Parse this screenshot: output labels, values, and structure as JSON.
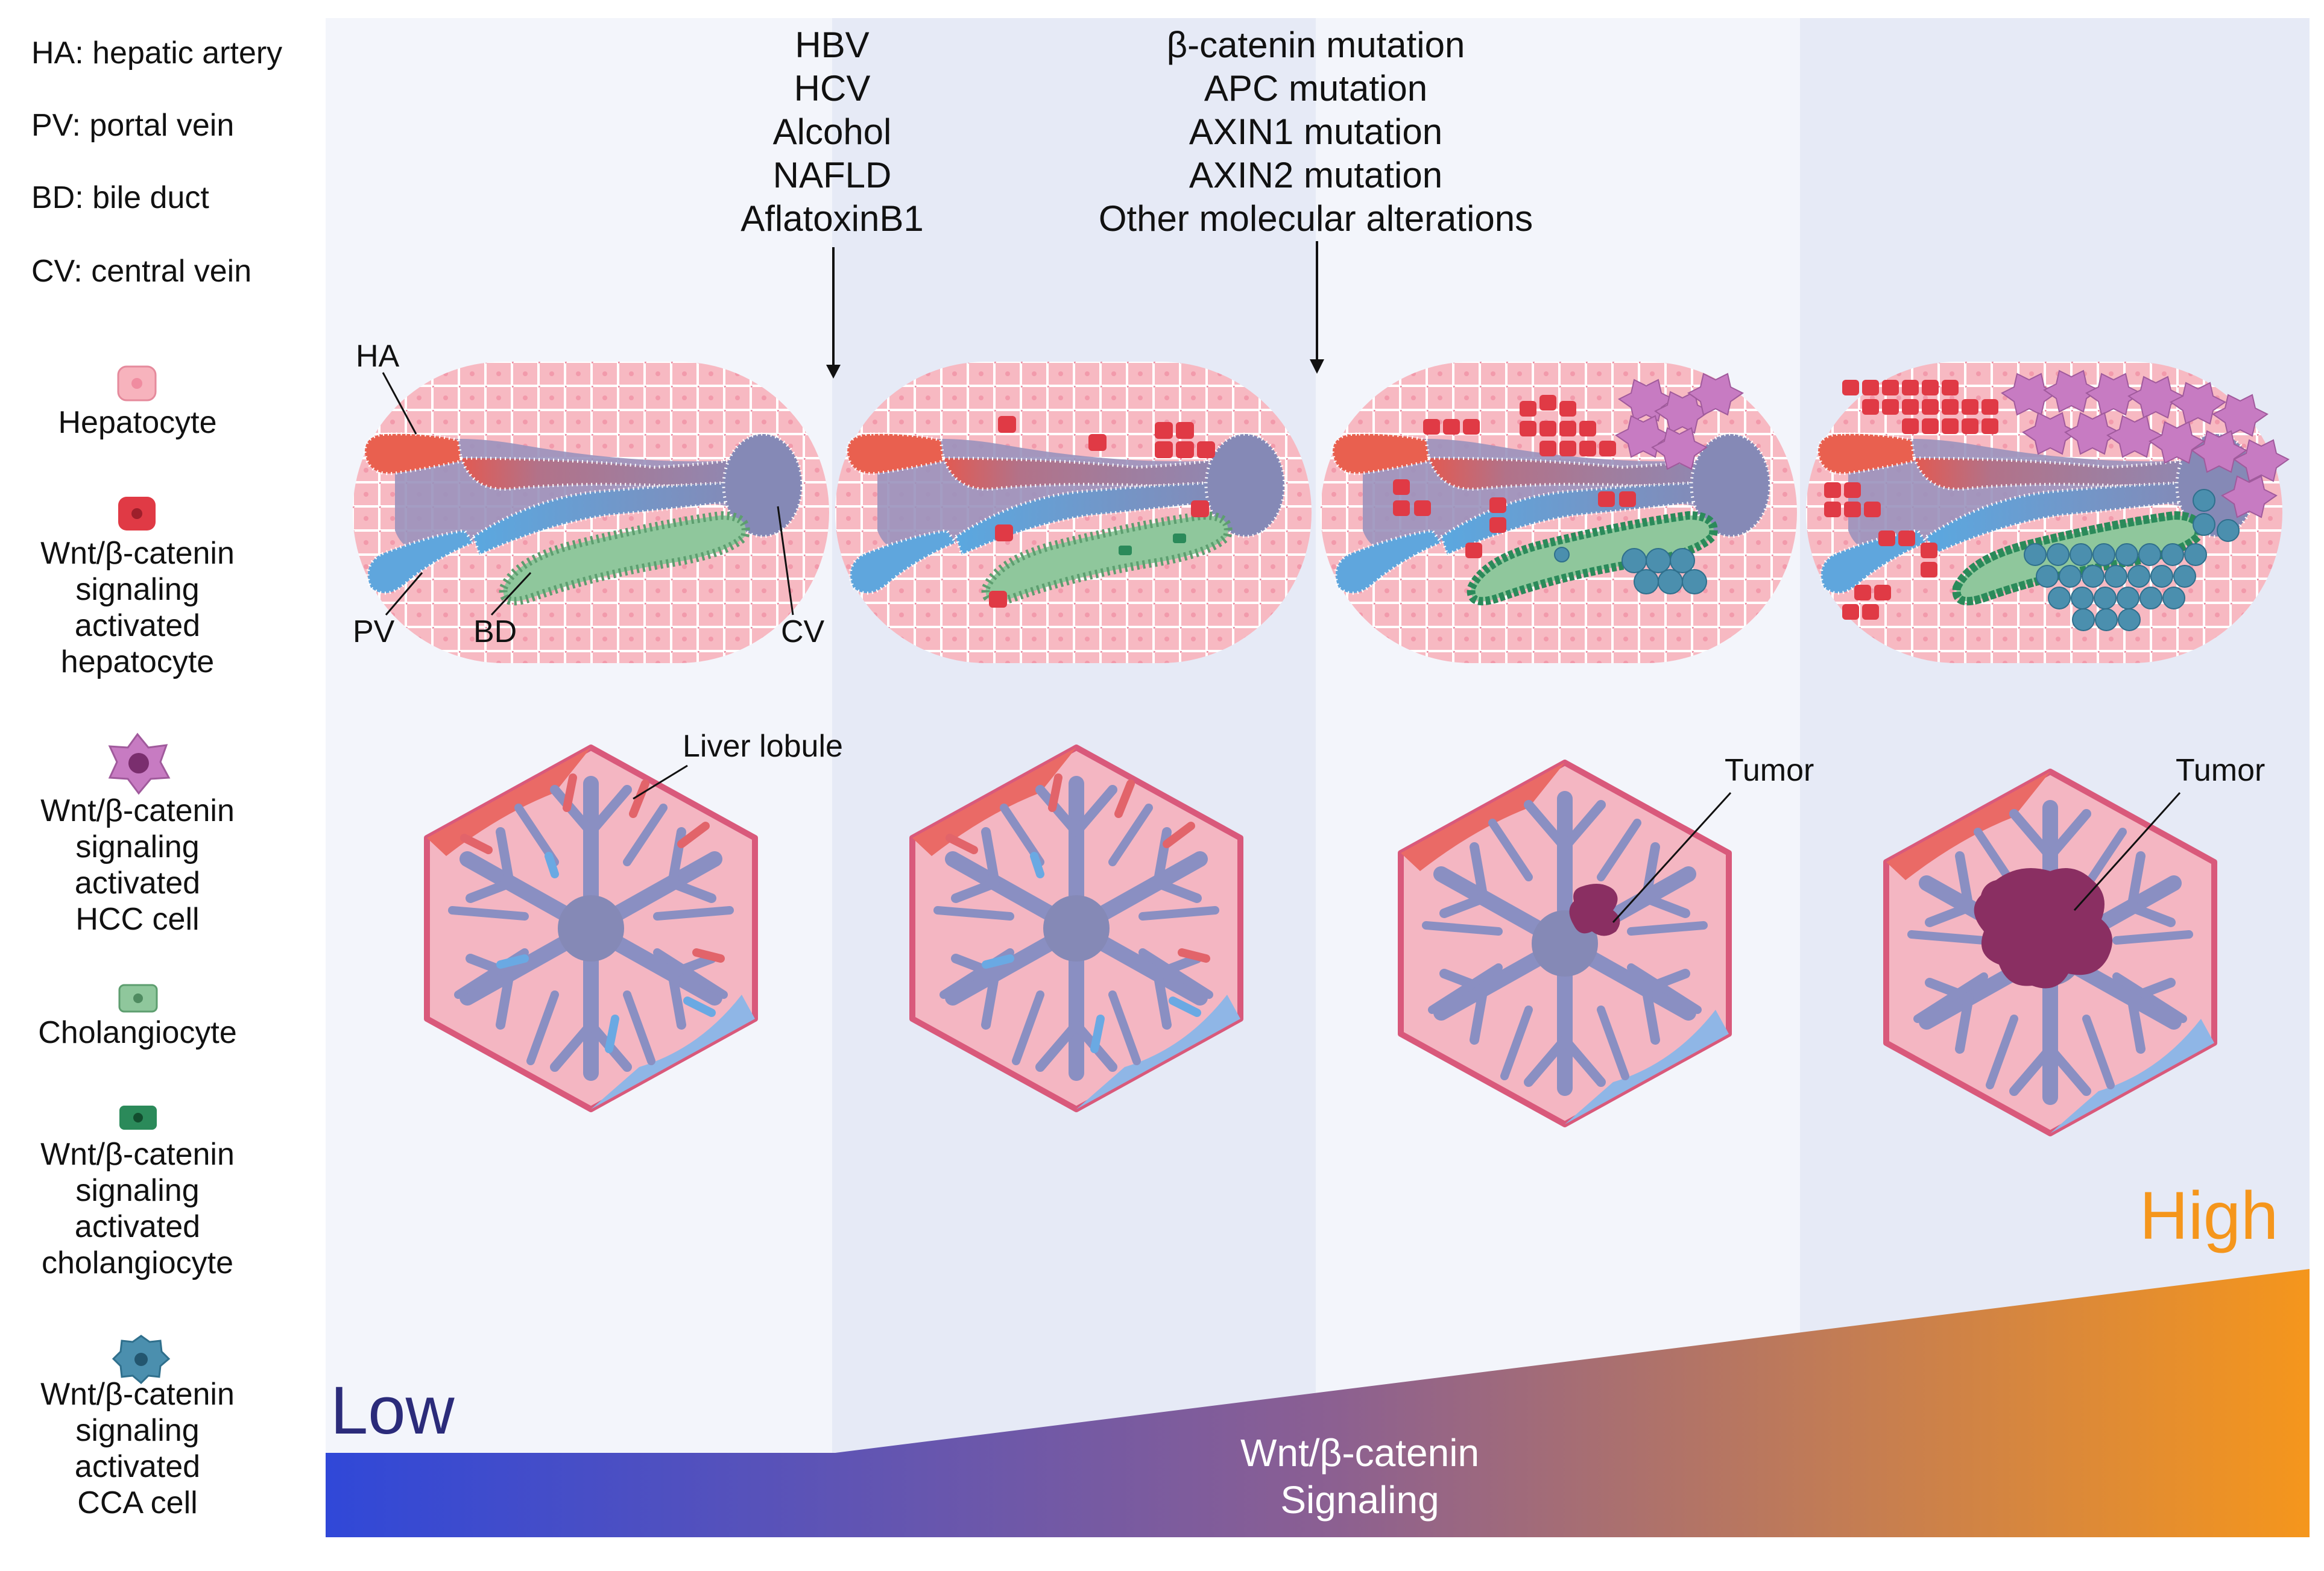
{
  "abbreviations": [
    "HA: hepatic artery",
    "PV: portal vein",
    "BD: bile duct",
    "CV: central vein"
  ],
  "legend": [
    {
      "icon": "hepatocyte-icon",
      "lines": [
        "Hepatocyte"
      ]
    },
    {
      "icon": "wnt-activated-hepatocyte-icon",
      "lines": [
        "Wnt/β-catenin",
        "signaling",
        "activated",
        "hepatocyte"
      ]
    },
    {
      "icon": "wnt-activated-hcc-cell-icon",
      "lines": [
        "Wnt/β-catenin",
        "signaling",
        "activated",
        "HCC cell"
      ]
    },
    {
      "icon": "cholangiocyte-icon",
      "lines": [
        "Cholangiocyte"
      ]
    },
    {
      "icon": "wnt-activated-cholangiocyte-icon",
      "lines": [
        "Wnt/β-catenin",
        "signaling",
        "activated",
        "cholangiocyte"
      ]
    },
    {
      "icon": "wnt-activated-cca-cell-icon",
      "lines": [
        "Wnt/β-catenin",
        "signaling",
        "activated",
        "CCA  cell"
      ]
    }
  ],
  "risk_factors": [
    "HBV",
    "HCV",
    "Alcohol",
    "NAFLD",
    "AflatoxinB1"
  ],
  "mutations": [
    "β-catenin   mutation",
    "APC   mutation",
    "AXIN1  mutation",
    "AXIN2  mutation",
    "Other molecular  alterations"
  ],
  "lobule_labels": {
    "ha": "HA",
    "pv": "PV",
    "bd": "BD",
    "cv": "CV"
  },
  "liver_lobule_label": "Liver lobule",
  "tumor_label": "Tumor",
  "gradient": {
    "low": "Low",
    "high": "High",
    "signal_lines": [
      "Wnt/β-catenin",
      "Signaling"
    ]
  },
  "colors": {
    "hepatocyte": "#f7b3bd",
    "wnt_hepatocyte": "#e03a45",
    "hcc_cell": "#c77bc2",
    "cholangiocyte": "#8fc79c",
    "wnt_cholangiocyte": "#2b8a5a",
    "cca_cell": "#4b8fae",
    "hepatic_artery": "#e9604f",
    "portal_vein": "#5fa6dd",
    "central_vein": "#8589b6",
    "tumor": "#8a2f62",
    "gradient_low": "#3048d8",
    "gradient_high": "#f5961c"
  }
}
